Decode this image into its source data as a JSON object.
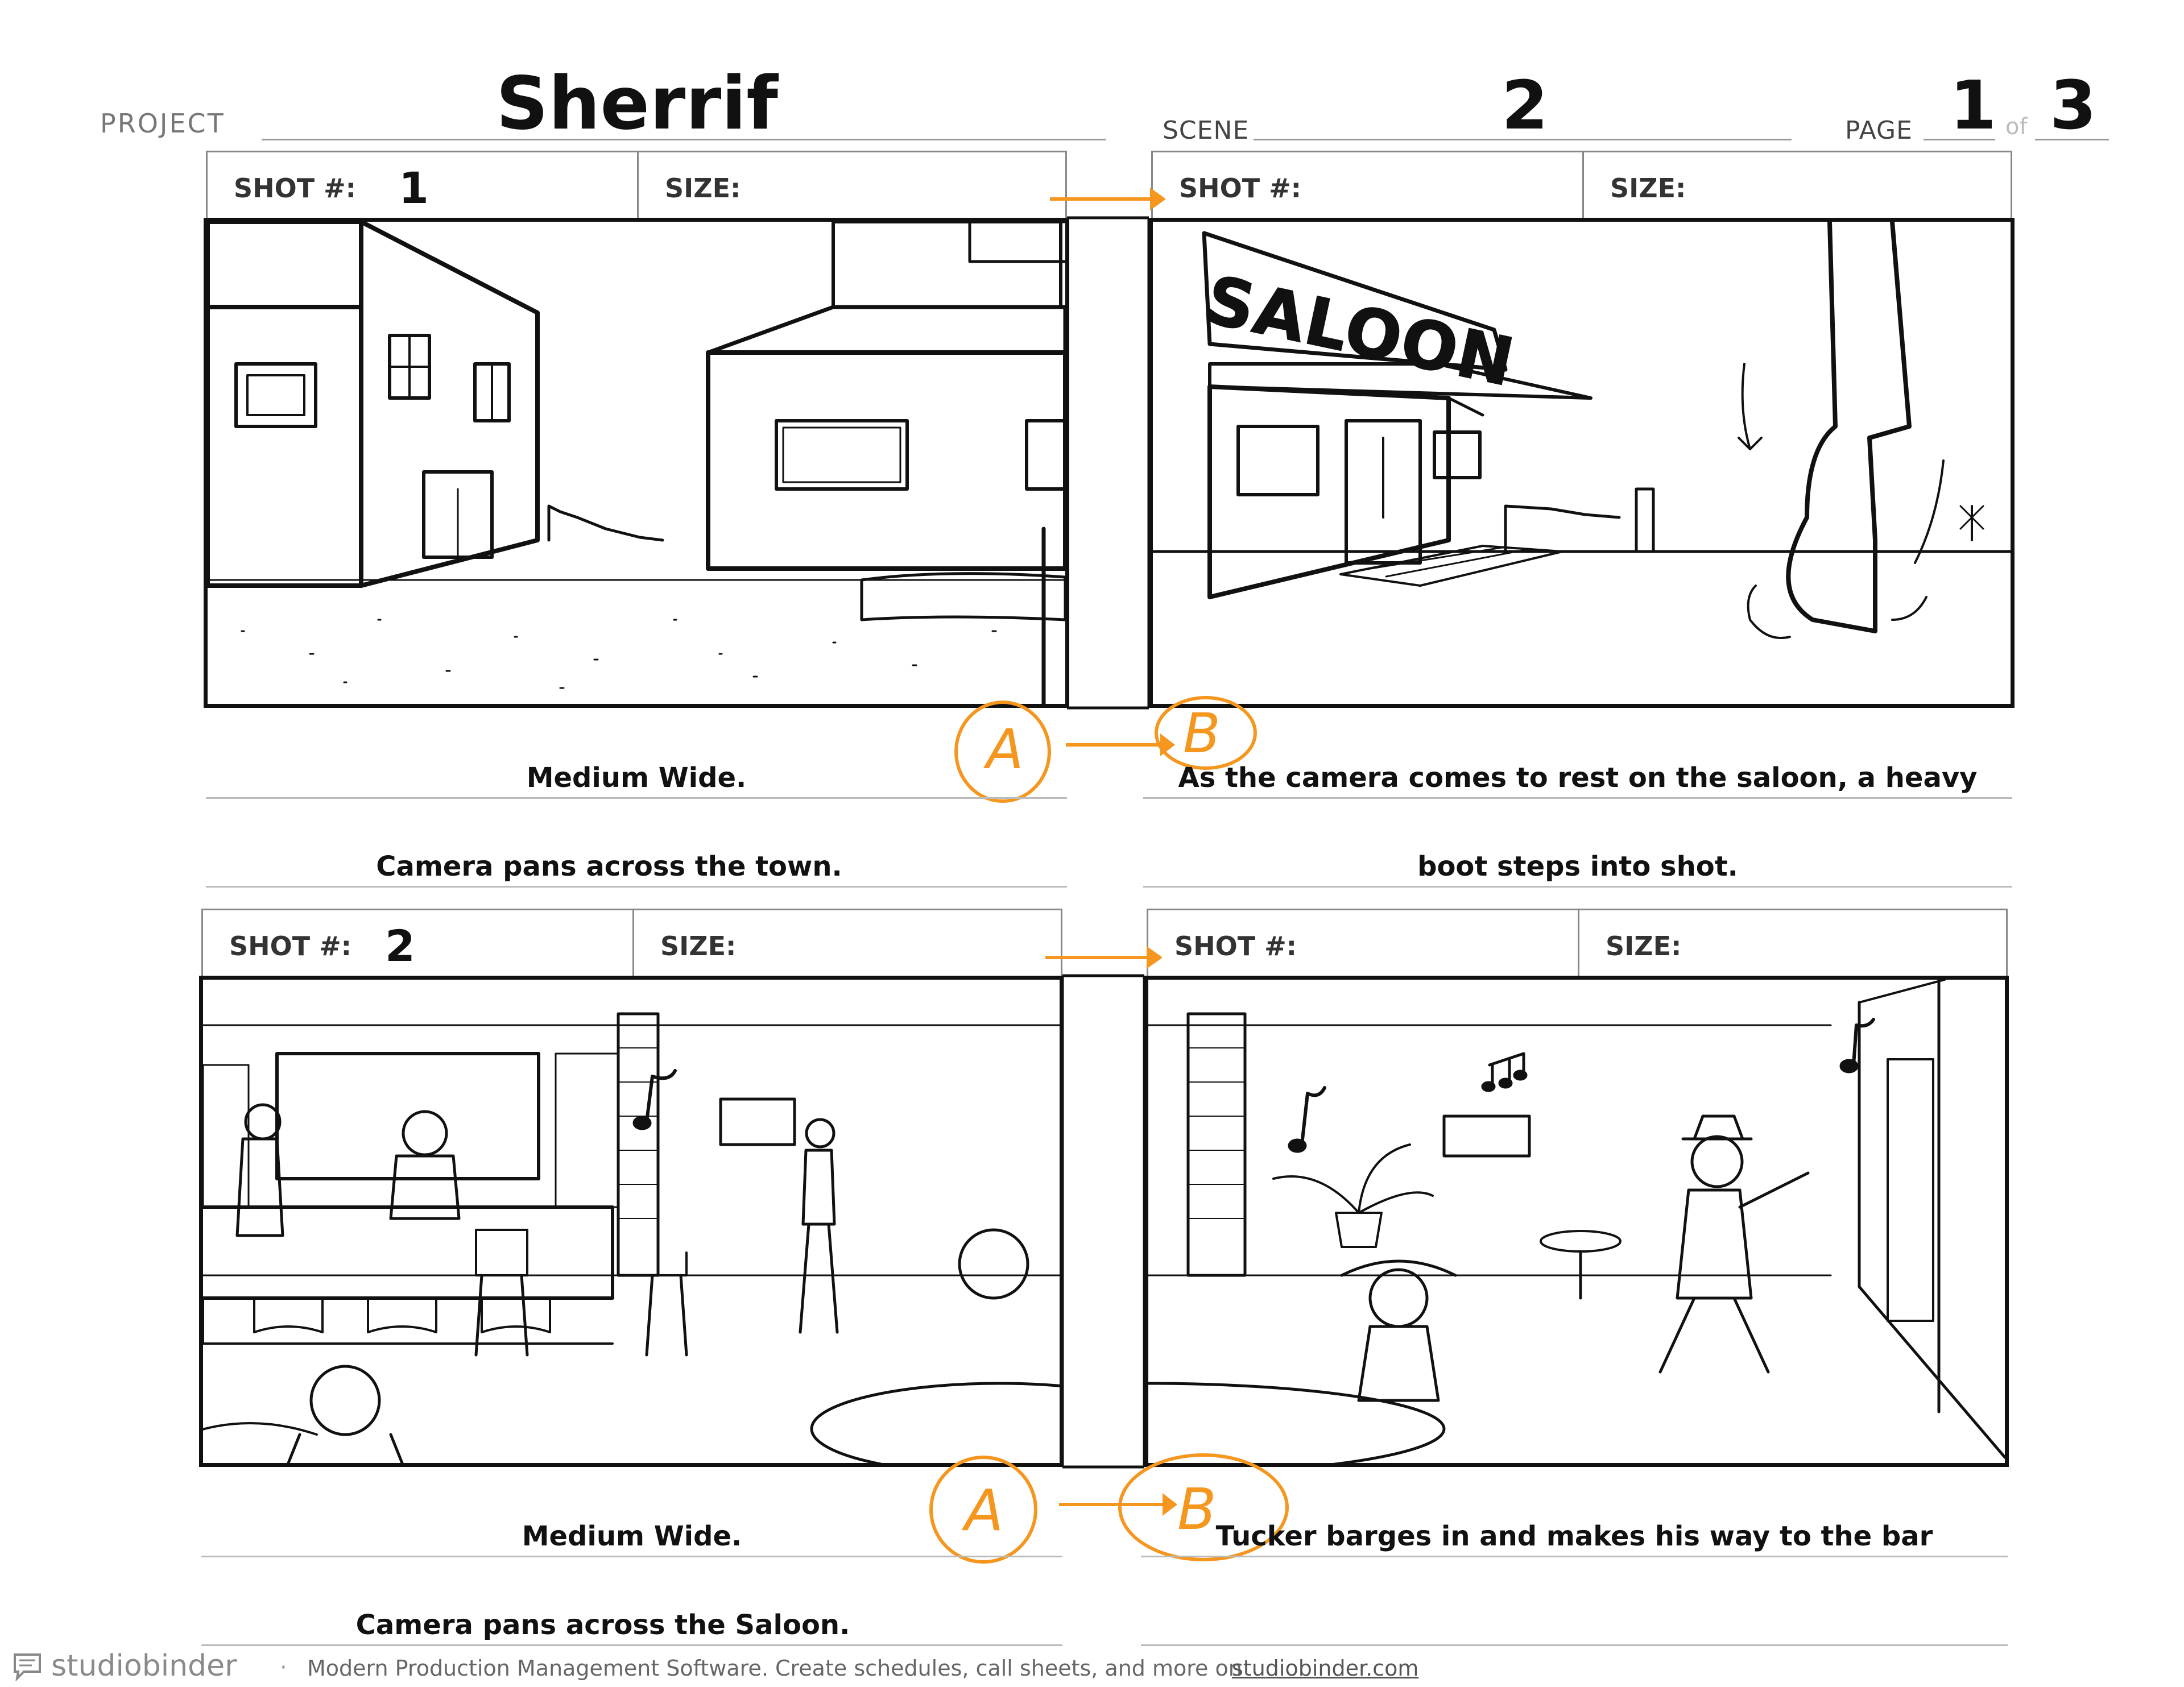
{
  "header": {
    "project_label": "PROJECT",
    "project_name": "Sherrif",
    "scene_label": "SCENE",
    "scene_number": "2",
    "page_label": "PAGE",
    "page_number": "1",
    "page_of": "of",
    "page_total": "3"
  },
  "panels": [
    {
      "shot_label": "SHOT #:",
      "shot_number": "1",
      "size_label": "SIZE:",
      "size_value": ""
    },
    {
      "shot_label": "SHOT #:",
      "shot_number": "",
      "size_label": "SIZE:",
      "size_value": ""
    },
    {
      "shot_label": "SHOT #:",
      "shot_number": "2",
      "size_label": "SIZE:",
      "size_value": ""
    },
    {
      "shot_label": "SHOT #:",
      "shot_number": "",
      "size_label": "SIZE:",
      "size_value": ""
    }
  ],
  "rows": [
    {
      "left_line1": "Medium Wide.",
      "left_line2": "Camera pans across the town.",
      "right_line1": "As the camera comes to rest on the saloon, a heavy",
      "right_line2": "boot steps into shot.",
      "marker_a": "A",
      "marker_b": "B"
    },
    {
      "left_line1": "Medium Wide.",
      "left_line2": "Camera pans across the Saloon.",
      "right_line1": "Tucker barges in and makes his way to the bar",
      "right_line2": "",
      "marker_a": "A",
      "marker_b": "B"
    }
  ],
  "sketch_text": {
    "saloon_sign": "SALOON"
  },
  "colors": {
    "annotation": "#F5961E",
    "ink": "#111111",
    "rule": "#BBBBBB"
  },
  "icons": {
    "brand": "speech-bubble-icon"
  },
  "footer": {
    "brand": "studiobinder",
    "separator": "·",
    "tagline": "Modern Production Management Software.  Create schedules, call sheets, and more on",
    "link": "studiobinder.com"
  }
}
